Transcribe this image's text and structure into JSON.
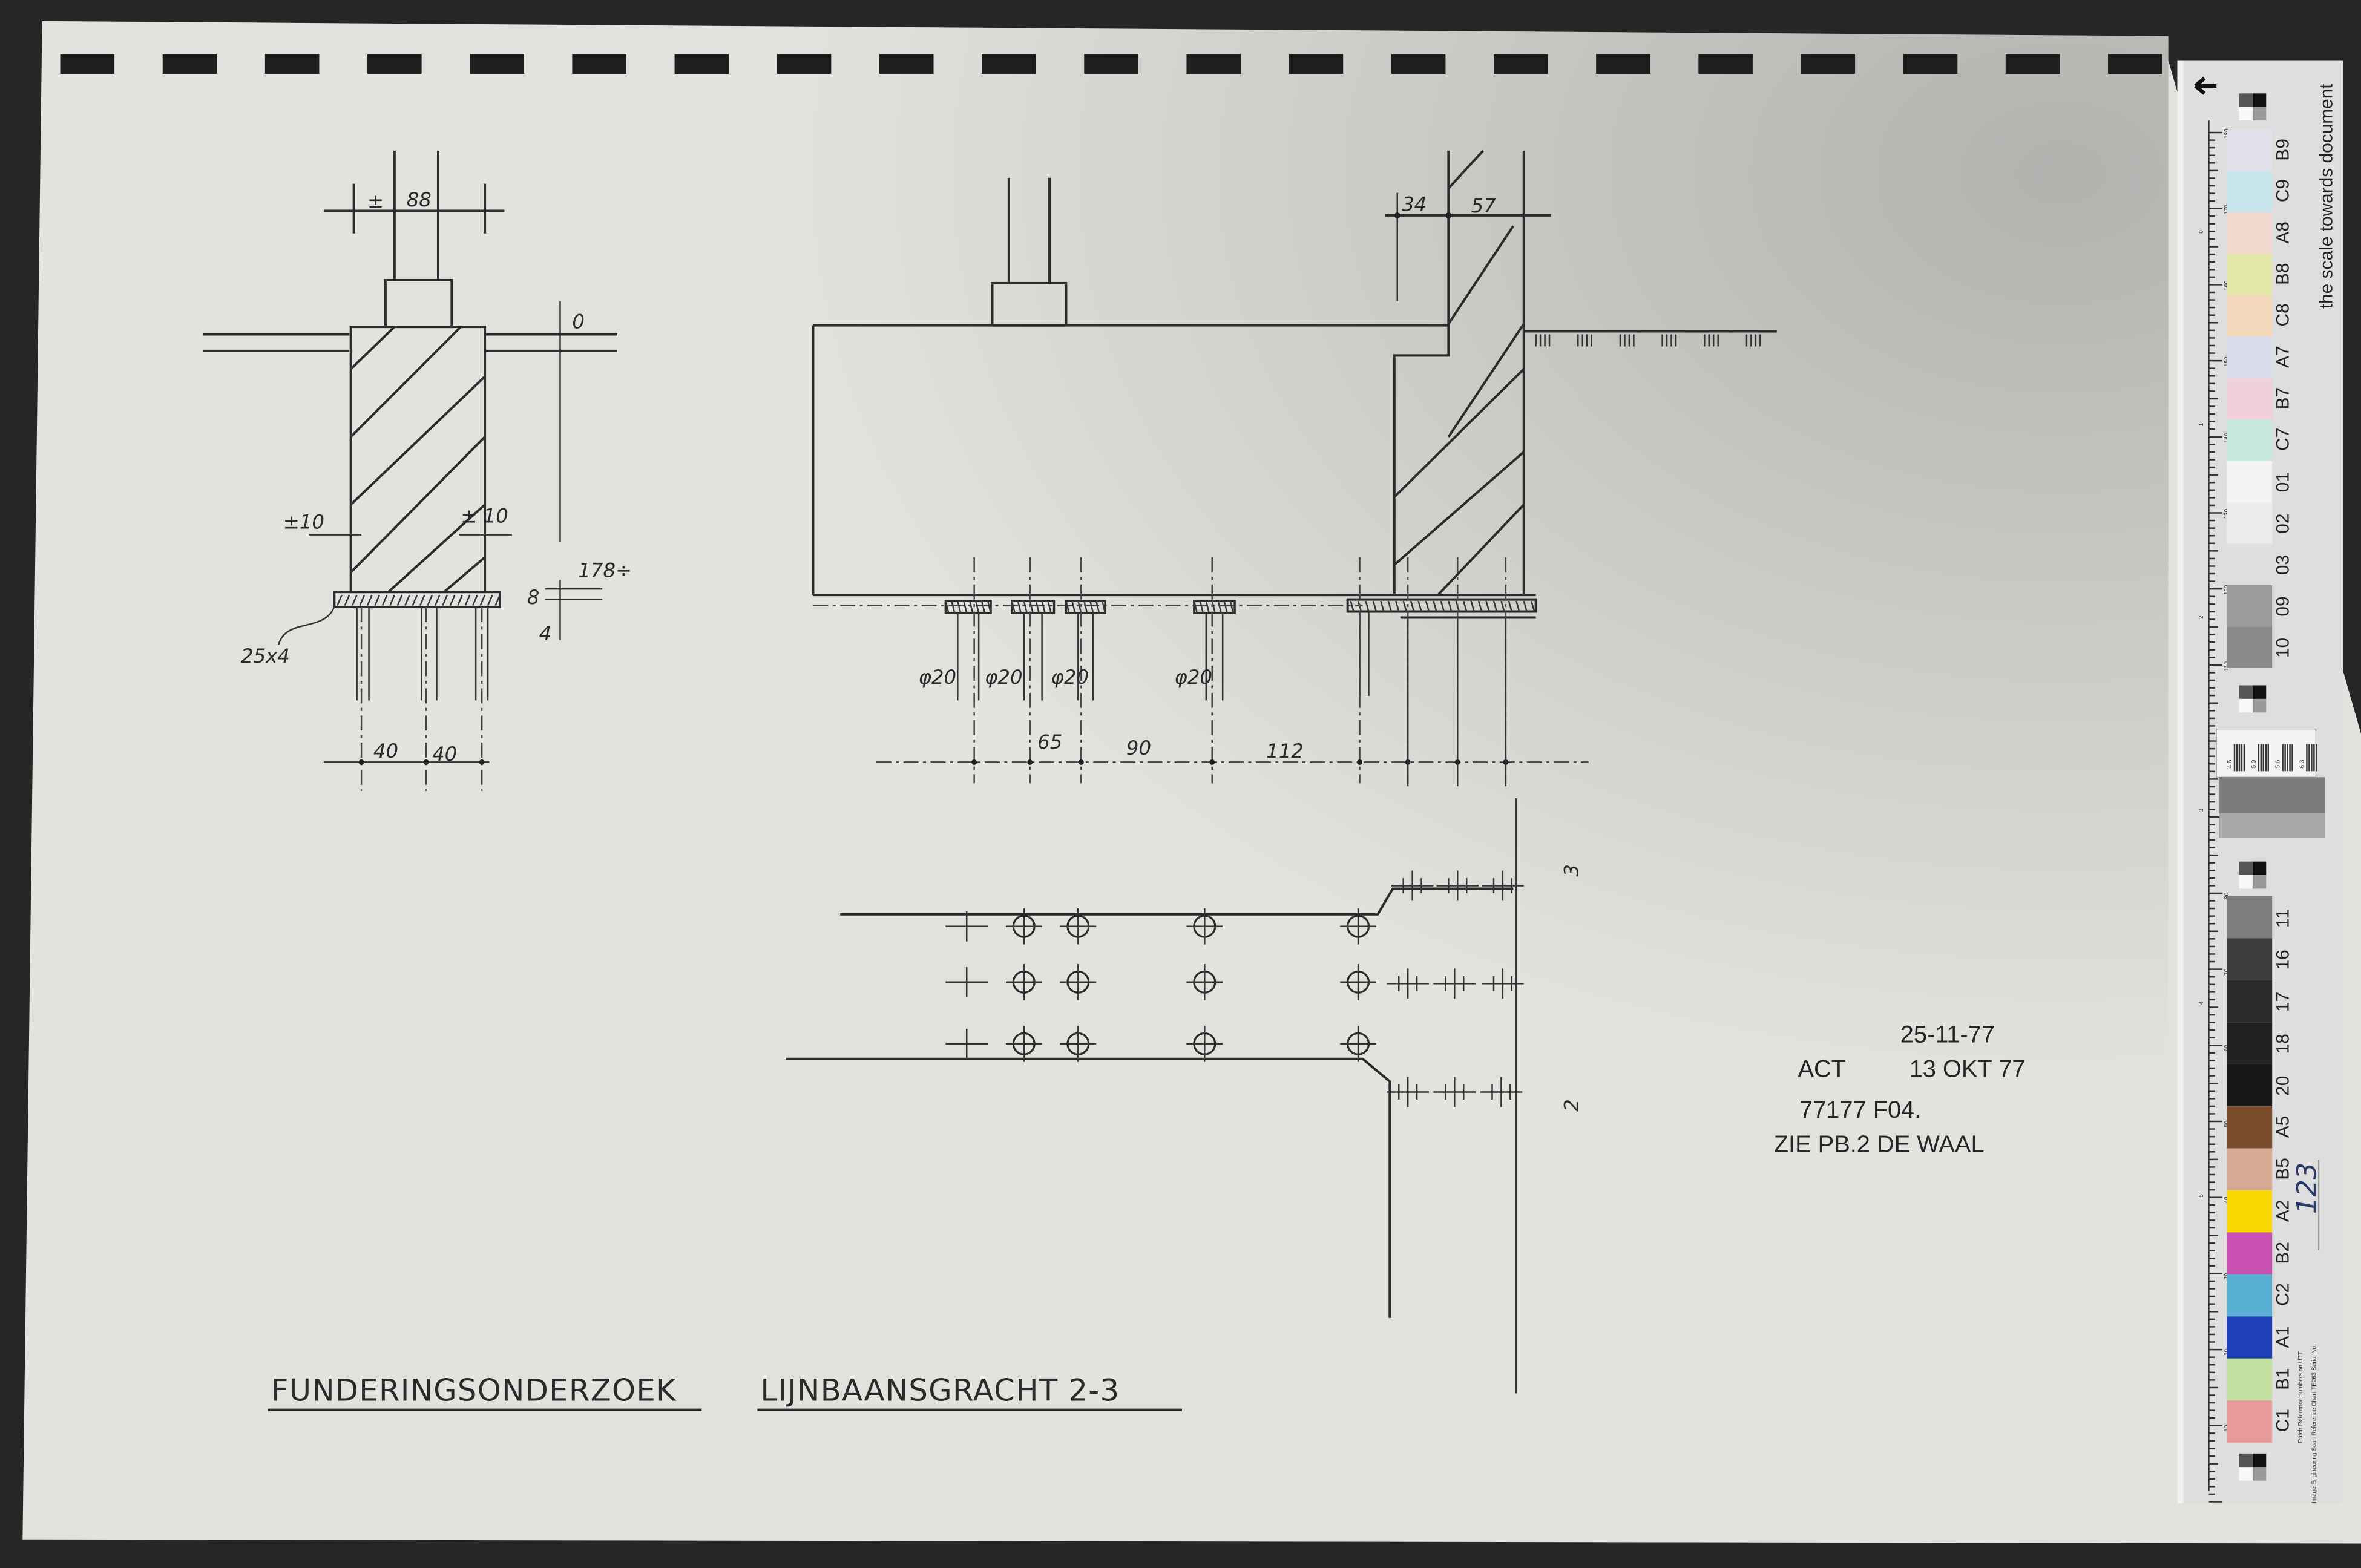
{
  "drawing": {
    "title_left": "FUNDERINGSONDERZOEK",
    "title_right": "LIJNBAANSGRACHT 2-3",
    "left_section": {
      "dim_top": "88",
      "plus_minus": "±",
      "level_zero": "0",
      "dim_left": "±10",
      "dim_right": "± 10",
      "depth": "178÷",
      "dim_8": "8",
      "dim_4": "4",
      "beam": "25x4",
      "spacing_1": "40",
      "spacing_2": "40"
    },
    "middle_section": {
      "dim_34": "34",
      "dim_57": "57",
      "piles": [
        "φ20",
        "φ20",
        "φ20",
        "φ20"
      ],
      "spacing_65": "65",
      "spacing_90": "90",
      "spacing_112": "112"
    },
    "plan": {
      "axis_3": "3",
      "axis_2": "2"
    },
    "stamp": {
      "date_1": "25-11-77",
      "act": "ACT",
      "date_2": "13 OKT 77",
      "code": "77177 F04.",
      "reference": "ZIE PB.2 DE WAAL"
    }
  },
  "color_chart": {
    "caption": "the scale towards document",
    "top_patches": [
      {
        "label": "B9",
        "color": "#e4e0ea"
      },
      {
        "label": "C9",
        "color": "#c8e4ec"
      },
      {
        "label": "A8",
        "color": "#f1d8cc"
      },
      {
        "label": "B8",
        "color": "#e2e6a6"
      },
      {
        "label": "C8",
        "color": "#f3d8bc"
      },
      {
        "label": "A7",
        "color": "#d8dcec"
      },
      {
        "label": "B7",
        "color": "#f0d0da"
      },
      {
        "label": "C7",
        "color": "#c6e8dc"
      },
      {
        "label": "01",
        "color": "#f4f4f4"
      },
      {
        "label": "02",
        "color": "#ececec"
      },
      {
        "label": "03",
        "color": "#e0e0e0"
      },
      {
        "label": "09",
        "color": "#9c9c9c"
      },
      {
        "label": "10",
        "color": "#8a8a8a"
      }
    ],
    "bottom_patches": [
      {
        "label": "11",
        "color": "#7e7e7e"
      },
      {
        "label": "16",
        "color": "#3c3c3c"
      },
      {
        "label": "17",
        "color": "#2c2c2c"
      },
      {
        "label": "18",
        "color": "#222222"
      },
      {
        "label": "20",
        "color": "#181818"
      },
      {
        "label": "A5",
        "color": "#7a4c2c"
      },
      {
        "label": "B5",
        "color": "#d4aa92"
      },
      {
        "label": "A2",
        "color": "#f6d800"
      },
      {
        "label": "B2",
        "color": "#c850b0"
      },
      {
        "label": "C2",
        "color": "#5ab0d2"
      },
      {
        "label": "A1",
        "color": "#2040b8"
      },
      {
        "label": "B1",
        "color": "#c2e0a0"
      },
      {
        "label": "C1",
        "color": "#e89a9a"
      }
    ],
    "step_labels": [
      "4.5",
      "5.0",
      "5.6",
      "6.3"
    ],
    "ruler_cm": [
      "180",
      "170",
      "160",
      "150",
      "140",
      "130",
      "120",
      "110",
      "100",
      "90",
      "80",
      "70",
      "60",
      "50",
      "40",
      "30",
      "20",
      "10"
    ],
    "ruler_inch": [
      "0",
      "1",
      "2",
      "3",
      "4",
      "5"
    ],
    "patch_reference": "Patch Reference numbers on UTT",
    "chart_name": "Image Engineering   Scan Reference Chart  TE263   Serial No.",
    "serial": "123"
  }
}
